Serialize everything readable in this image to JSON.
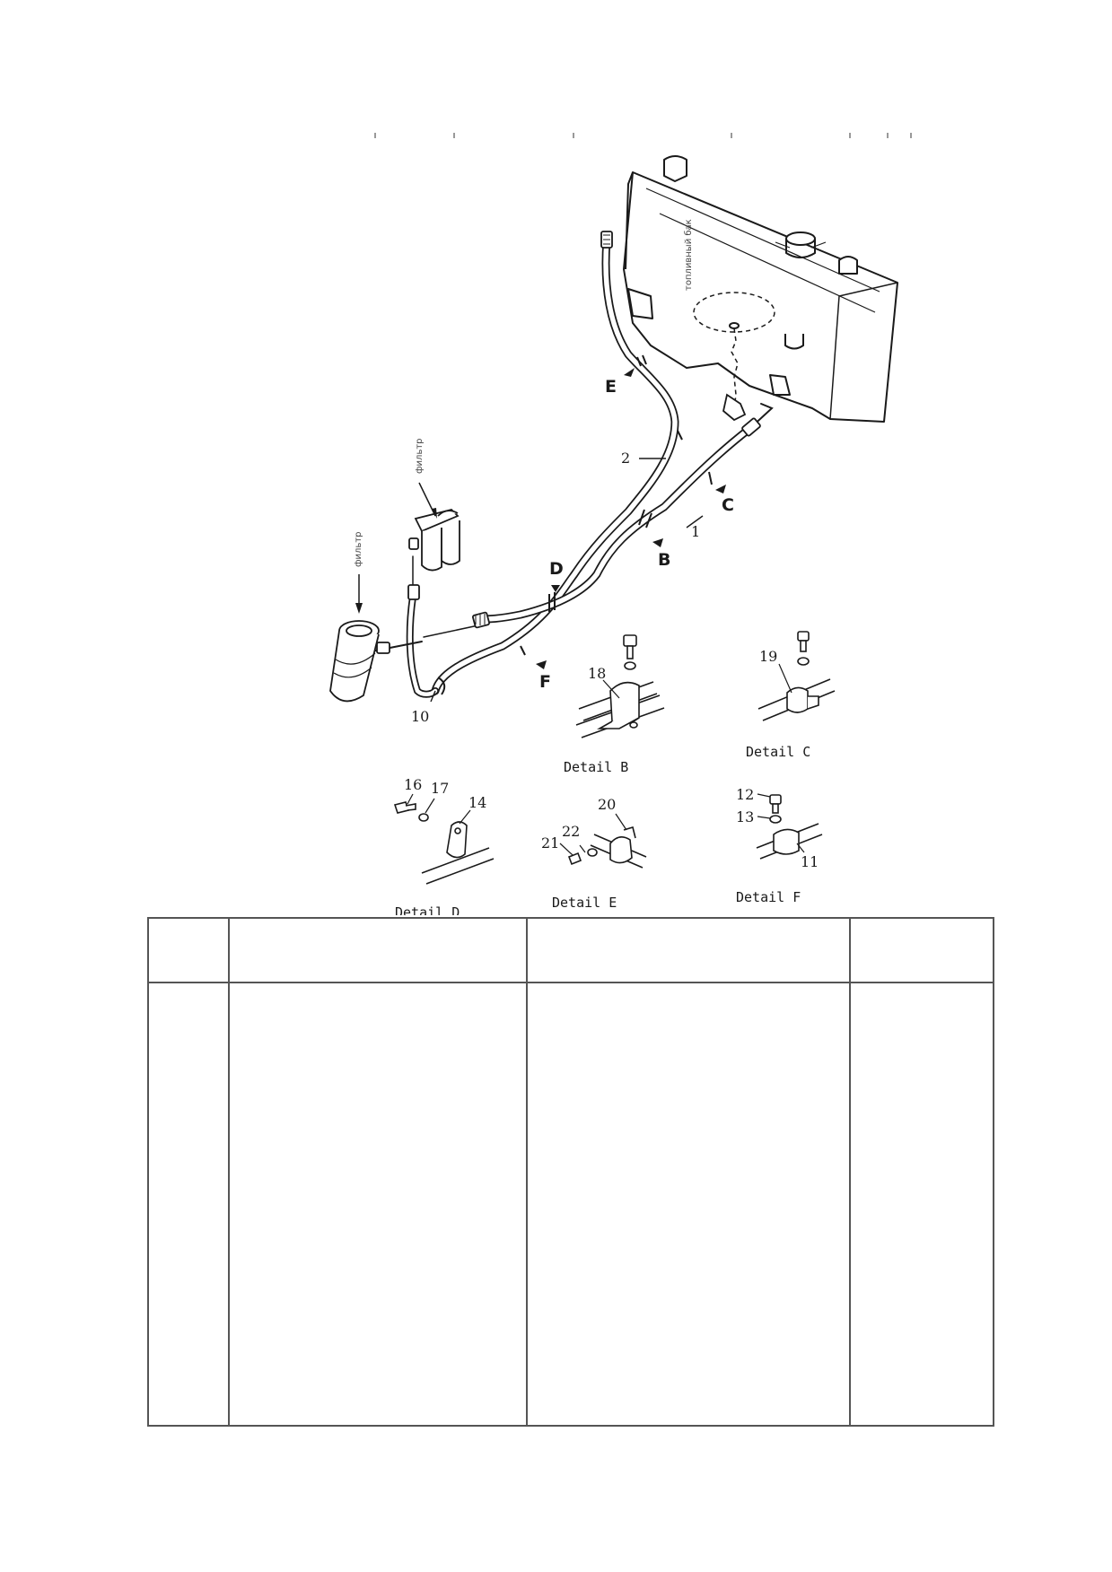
{
  "drawing": {
    "labels": {
      "tank": "топливный бак",
      "filter_upper": "фильтр",
      "filter_left": "фильтр"
    },
    "view_letters": {
      "b": "B",
      "c": "C",
      "d": "D",
      "e": "E",
      "f": "F"
    },
    "callouts": {
      "p1": "1",
      "p2": "2",
      "p10": "10",
      "p11": "11",
      "p12": "12",
      "p13": "13",
      "p14": "14",
      "p16": "16",
      "p17": "17",
      "p18": "18",
      "p19": "19",
      "p20": "20",
      "p21": "21",
      "p22": "22"
    },
    "captions": {
      "detail_b": "Detail B",
      "detail_c": "Detail C",
      "detail_d": "Detail D",
      "detail_e": "Detail E",
      "detail_f": "Detail F"
    }
  },
  "table": {
    "headers": [
      "",
      "",
      "",
      ""
    ],
    "rows": []
  }
}
